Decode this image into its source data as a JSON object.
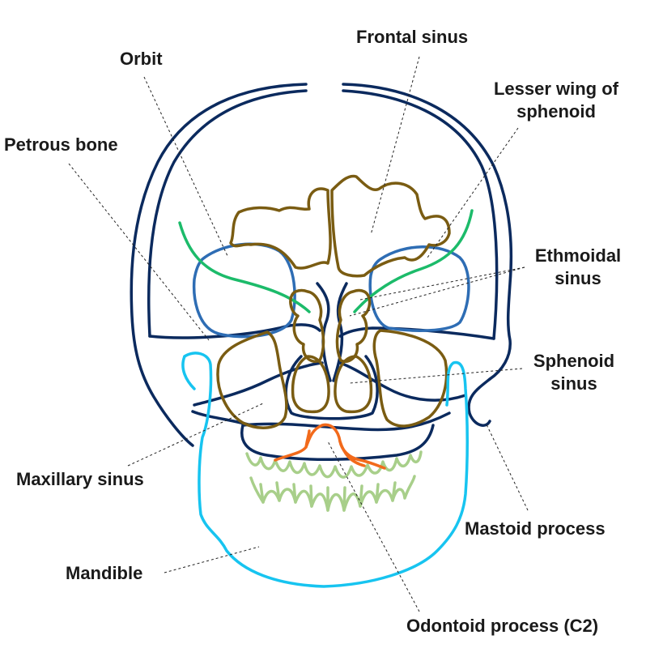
{
  "labels": {
    "frontal_sinus": "Frontal sinus",
    "orbit": "Orbit",
    "lesser_wing_line1": "Lesser wing of",
    "lesser_wing_line2": "sphenoid",
    "petrous_bone": "Petrous bone",
    "ethmoidal_line1": "Ethmoidal",
    "ethmoidal_line2": "sinus",
    "sphenoid_line1": "Sphenoid",
    "sphenoid_line2": "sinus",
    "maxillary_sinus": "Maxillary sinus",
    "mastoid_process": "Mastoid process",
    "mandible": "Mandible",
    "odontoid_process": "Odontoid process (C2)"
  },
  "colors": {
    "skull_outline": "#0b2a5e",
    "orbit": "#2e6db4",
    "sinus": "#7a5c12",
    "lesser_wing": "#1cbb6a",
    "mandible": "#17c4f0",
    "teeth": "#a8cf8a",
    "odontoid": "#f26a1b",
    "leader": "#222222"
  }
}
